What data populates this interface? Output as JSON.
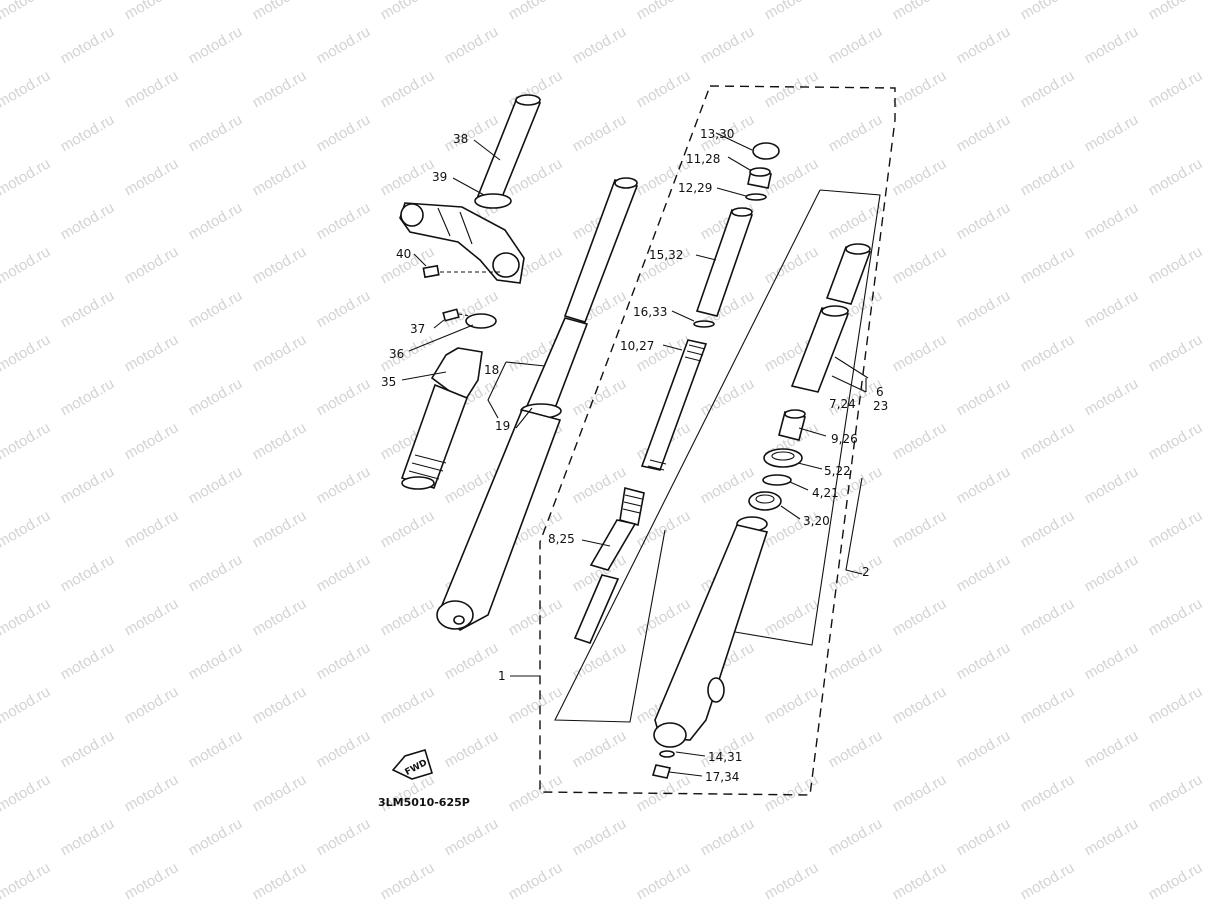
{
  "watermark": {
    "text": "motod.ru",
    "color": "#d3d3d3"
  },
  "diagram_code": "3LM5010-625P",
  "fwd_badge": "FWD",
  "callouts": {
    "c38": "38",
    "c39": "39",
    "c40": "40",
    "c37": "37",
    "c36": "36",
    "c35": "35",
    "c18": "18",
    "c19": "19",
    "c13_30": "13,30",
    "c11_28": "11,28",
    "c12_29": "12,29",
    "c15_32": "15,32",
    "c16_33": "16,33",
    "c10_27": "10,27",
    "c8_25": "8,25",
    "c1": "1",
    "c6": "6",
    "c23": "23",
    "c7_24": "7,24",
    "c9_26": "9,26",
    "c5_22": "5,22",
    "c4_21": "4,21",
    "c3_20": "3,20",
    "c2": "2",
    "c14_31": "14,31",
    "c17_34": "17,34"
  }
}
